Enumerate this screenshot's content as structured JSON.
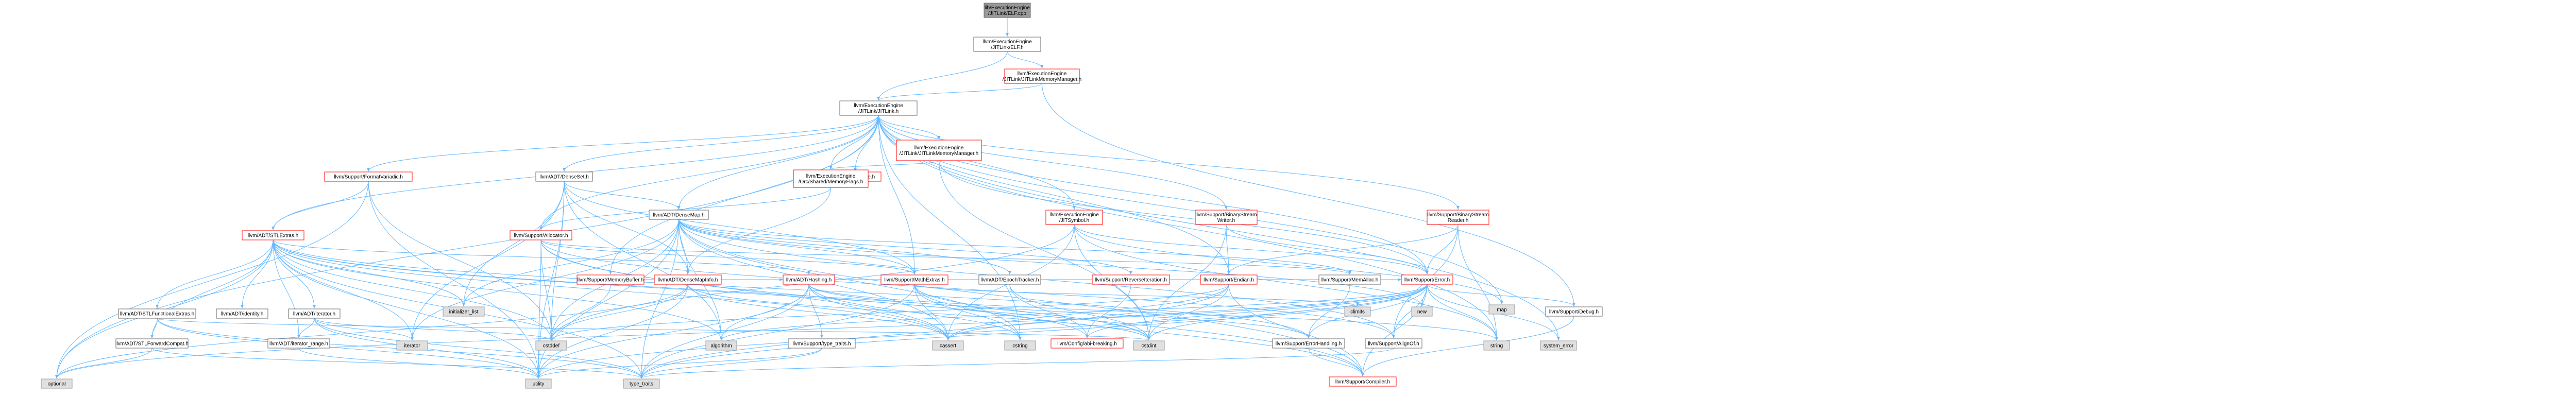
{
  "colors": {
    "edge": "#63b8ff",
    "root_fill": "#999999",
    "red_border": "#ff0000",
    "system_fill": "#e0e0e0"
  },
  "nodes": [
    {
      "id": "root",
      "lines": [
        "lib/ExecutionEngine",
        "/JITLink/ELF.cpp"
      ],
      "kind": "root"
    },
    {
      "id": "elfh",
      "lines": [
        "llvm/ExecutionEngine",
        "/JITLink/ELF.h"
      ],
      "kind": "plain"
    },
    {
      "id": "jitlinkmem",
      "lines": [
        "llvm/ExecutionEngine",
        "/JITLink/JITLinkMemoryManager.h"
      ],
      "kind": "red"
    },
    {
      "id": "jitlinkh",
      "lines": [
        "llvm/ExecutionEngine",
        "/JITLink/JITLink.h"
      ],
      "kind": "plain"
    },
    {
      "id": "formatvariadic",
      "lines": [
        "llvm/Support/FormatVariadic.h"
      ],
      "kind": "red"
    },
    {
      "id": "densesetH",
      "lines": [
        "llvm/ADT/DenseSet.h"
      ],
      "kind": "plain"
    },
    {
      "id": "tripleH",
      "lines": [
        "llvm/ADT/Triple.h"
      ],
      "kind": "red"
    },
    {
      "id": "jitlinkmem2",
      "lines": [
        "llvm/ExecutionEngine",
        "/JITLink/JITLinkMemoryManager.h"
      ],
      "kind": "red"
    },
    {
      "id": "sharedmem",
      "lines": [
        "llvm/ExecutionEngine",
        "/Orc/Shared/MemoryFlags.h"
      ],
      "kind": "red"
    },
    {
      "id": "densemapH",
      "lines": [
        "llvm/ADT/DenseMap.h"
      ],
      "kind": "plain"
    },
    {
      "id": "jitsymbol",
      "lines": [
        "llvm/ExecutionEngine",
        "/JITSymbol.h"
      ],
      "kind": "red"
    },
    {
      "id": "bswriter",
      "lines": [
        "llvm/Support/BinaryStream",
        "Writer.h"
      ],
      "kind": "red"
    },
    {
      "id": "bsreader",
      "lines": [
        "llvm/Support/BinaryStream",
        "Reader.h"
      ],
      "kind": "red"
    },
    {
      "id": "stlextras",
      "lines": [
        "llvm/ADT/STLExtras.h"
      ],
      "kind": "red"
    },
    {
      "id": "allocator",
      "lines": [
        "llvm/Support/Allocator.h"
      ],
      "kind": "red"
    },
    {
      "id": "memorybuffer",
      "lines": [
        "llvm/Support/MemoryBuffer.h"
      ],
      "kind": "red"
    },
    {
      "id": "densemapinfo",
      "lines": [
        "llvm/ADT/DenseMapInfo.h"
      ],
      "kind": "red"
    },
    {
      "id": "hashing",
      "lines": [
        "llvm/ADT/Hashing.h"
      ],
      "kind": "red"
    },
    {
      "id": "mathextras",
      "lines": [
        "llvm/Support/MathExtras.h"
      ],
      "kind": "red"
    },
    {
      "id": "epochtracker",
      "lines": [
        "llvm/ADT/EpochTracker.h"
      ],
      "kind": "plain"
    },
    {
      "id": "reverseiter",
      "lines": [
        "llvm/Support/ReverseIteration.h"
      ],
      "kind": "red"
    },
    {
      "id": "endian",
      "lines": [
        "llvm/Support/Endian.h"
      ],
      "kind": "red"
    },
    {
      "id": "memalloc",
      "lines": [
        "llvm/Support/MemAlloc.h"
      ],
      "kind": "plain"
    },
    {
      "id": "errorH",
      "lines": [
        "llvm/Support/Error.h"
      ],
      "kind": "red"
    },
    {
      "id": "debugH",
      "lines": [
        "llvm/Support/Debug.h"
      ],
      "kind": "plain"
    },
    {
      "id": "stlfunctional",
      "lines": [
        "llvm/ADT/STLFunctionalExtras.h"
      ],
      "kind": "plain"
    },
    {
      "id": "identityH",
      "lines": [
        "llvm/ADT/identity.h"
      ],
      "kind": "plain"
    },
    {
      "id": "iteratorH",
      "lines": [
        "llvm/ADT/iterator.h"
      ],
      "kind": "plain"
    },
    {
      "id": "stlforward",
      "lines": [
        "llvm/ADT/STLForwardCompat.h"
      ],
      "kind": "plain"
    },
    {
      "id": "iterrange",
      "lines": [
        "llvm/ADT/iterator_range.h"
      ],
      "kind": "plain"
    },
    {
      "id": "typetraitsS",
      "lines": [
        "llvm/Support/type_traits.h"
      ],
      "kind": "plain"
    },
    {
      "id": "configbreaking",
      "lines": [
        "llvm/Config/abi-breaking.h"
      ],
      "kind": "red"
    },
    {
      "id": "errorhandling",
      "lines": [
        "llvm/Support/ErrorHandling.h"
      ],
      "kind": "plain"
    },
    {
      "id": "alignof",
      "lines": [
        "llvm/Support/AlignOf.h"
      ],
      "kind": "plain"
    },
    {
      "id": "compilerH",
      "lines": [
        "llvm/Support/Compiler.h"
      ],
      "kind": "red"
    },
    {
      "id": "s_map",
      "lines": [
        "map"
      ],
      "kind": "gray"
    },
    {
      "id": "s_initlist",
      "lines": [
        "initializer_list"
      ],
      "kind": "gray"
    },
    {
      "id": "s_iterator",
      "lines": [
        "iterator"
      ],
      "kind": "gray"
    },
    {
      "id": "s_cstddef",
      "lines": [
        "cstddef"
      ],
      "kind": "gray"
    },
    {
      "id": "s_algorithm",
      "lines": [
        "algorithm"
      ],
      "kind": "gray"
    },
    {
      "id": "s_cassert",
      "lines": [
        "cassert"
      ],
      "kind": "gray"
    },
    {
      "id": "s_cstring",
      "lines": [
        "cstring"
      ],
      "kind": "gray"
    },
    {
      "id": "s_cstdint",
      "lines": [
        "cstdint"
      ],
      "kind": "gray"
    },
    {
      "id": "s_climits",
      "lines": [
        "climits"
      ],
      "kind": "gray"
    },
    {
      "id": "s_new",
      "lines": [
        "new"
      ],
      "kind": "gray"
    },
    {
      "id": "s_string",
      "lines": [
        "string"
      ],
      "kind": "gray"
    },
    {
      "id": "s_syserror",
      "lines": [
        "system_error"
      ],
      "kind": "gray"
    },
    {
      "id": "s_optional",
      "lines": [
        "optional"
      ],
      "kind": "gray"
    },
    {
      "id": "s_utility",
      "lines": [
        "utility"
      ],
      "kind": "gray"
    },
    {
      "id": "s_typetraits",
      "lines": [
        "type_traits"
      ],
      "kind": "gray"
    }
  ],
  "edges": [
    [
      "root",
      "elfh"
    ],
    [
      "elfh",
      "jitlinkh"
    ],
    [
      "elfh",
      "jitlinkmem"
    ],
    [
      "jitlinkmem",
      "jitlinkh"
    ],
    [
      "jitlinkmem",
      "debugH"
    ],
    [
      "jitlinkh",
      "formatvariadic"
    ],
    [
      "jitlinkh",
      "densesetH"
    ],
    [
      "jitlinkh",
      "tripleH"
    ],
    [
      "jitlinkh",
      "jitlinkmem2"
    ],
    [
      "jitlinkh",
      "sharedmem"
    ],
    [
      "jitlinkh",
      "densemapH"
    ],
    [
      "jitlinkh",
      "jitsymbol"
    ],
    [
      "jitlinkh",
      "bswriter"
    ],
    [
      "jitlinkh",
      "bsreader"
    ],
    [
      "jitlinkh",
      "stlextras"
    ],
    [
      "jitlinkh",
      "allocator"
    ],
    [
      "jitlinkh",
      "memorybuffer"
    ],
    [
      "jitlinkh",
      "mathextras"
    ],
    [
      "jitlinkh",
      "endian"
    ],
    [
      "jitlinkh",
      "errorH"
    ],
    [
      "jitlinkh",
      "s_map"
    ],
    [
      "jitlinkh",
      "s_string"
    ],
    [
      "jitlinkh",
      "s_syserror"
    ],
    [
      "jitlinkh",
      "s_optional"
    ],
    [
      "jitlinkh",
      "s_cstring"
    ],
    [
      "jitlinkmem2",
      "sharedmem"
    ],
    [
      "jitlinkmem2",
      "errorH"
    ],
    [
      "jitlinkmem2",
      "s_cstdint"
    ],
    [
      "sharedmem",
      "densemapinfo"
    ],
    [
      "sharedmem",
      "allocator"
    ],
    [
      "formatvariadic",
      "stlextras"
    ],
    [
      "formatvariadic",
      "s_optional"
    ],
    [
      "formatvariadic",
      "s_cstddef"
    ],
    [
      "formatvariadic",
      "s_utility"
    ],
    [
      "densesetH",
      "densemapH"
    ],
    [
      "densesetH",
      "densemapinfo"
    ],
    [
      "densesetH",
      "mathextras"
    ],
    [
      "densesetH",
      "s_initlist"
    ],
    [
      "densesetH",
      "s_cstddef"
    ],
    [
      "densesetH",
      "s_iterator"
    ],
    [
      "densesetH",
      "s_utility"
    ],
    [
      "densesetH",
      "s_algorithm"
    ],
    [
      "densemapH",
      "densemapinfo"
    ],
    [
      "densemapH",
      "epochtracker"
    ],
    [
      "densemapH",
      "alignof"
    ],
    [
      "densemapH",
      "mathextras"
    ],
    [
      "densemapH",
      "memalloc"
    ],
    [
      "densemapH",
      "reverseiter"
    ],
    [
      "densemapH",
      "s_algorithm"
    ],
    [
      "densemapH",
      "s_cassert"
    ],
    [
      "densemapH",
      "s_cstddef"
    ],
    [
      "densemapH",
      "s_cstring"
    ],
    [
      "densemapH",
      "s_initlist"
    ],
    [
      "densemapH",
      "s_iterator"
    ],
    [
      "densemapH",
      "s_new"
    ],
    [
      "densemapH",
      "s_typetraits"
    ],
    [
      "densemapH",
      "s_utility"
    ],
    [
      "densemapH",
      "compilerH"
    ],
    [
      "jitsymbol",
      "s_cassert"
    ],
    [
      "jitsymbol",
      "s_cstddef"
    ],
    [
      "jitsymbol",
      "s_cstdint"
    ],
    [
      "jitsymbol",
      "s_functional"
    ],
    [
      "jitsymbol",
      "s_map"
    ],
    [
      "jitsymbol",
      "s_set"
    ],
    [
      "jitsymbol",
      "s_string"
    ],
    [
      "jitsymbol",
      "errorH"
    ],
    [
      "bswriter",
      "endian"
    ],
    [
      "bswriter",
      "errorH"
    ],
    [
      "bswriter",
      "s_cstdint"
    ],
    [
      "bsreader",
      "endian"
    ],
    [
      "bsreader",
      "errorH"
    ],
    [
      "bsreader",
      "alignof"
    ],
    [
      "bsreader",
      "s_string"
    ],
    [
      "stlextras",
      "stlfunctional"
    ],
    [
      "stlextras",
      "stlforward"
    ],
    [
      "stlextras",
      "identityH"
    ],
    [
      "stlextras",
      "iteratorH"
    ],
    [
      "stlextras",
      "iterrange"
    ],
    [
      "stlextras",
      "configbreaking"
    ],
    [
      "stlextras",
      "errorhandling"
    ],
    [
      "stlextras",
      "hashing"
    ],
    [
      "stlextras",
      "s_algorithm"
    ],
    [
      "stlextras",
      "s_cassert"
    ],
    [
      "stlextras",
      "s_cstddef"
    ],
    [
      "stlextras",
      "s_cstdint"
    ],
    [
      "stlextras",
      "s_initlist"
    ],
    [
      "stlextras",
      "s_iterator"
    ],
    [
      "stlextras",
      "s_optional"
    ],
    [
      "stlextras",
      "s_utility"
    ],
    [
      "stlextras",
      "s_typetraits"
    ],
    [
      "allocator",
      "mathextras"
    ],
    [
      "allocator",
      "memalloc"
    ],
    [
      "allocator",
      "alignof"
    ],
    [
      "allocator",
      "s_cassert"
    ],
    [
      "allocator",
      "s_cstddef"
    ],
    [
      "allocator",
      "s_utility"
    ],
    [
      "allocator",
      "compilerH"
    ],
    [
      "memorybuffer",
      "s_cstddef"
    ],
    [
      "memorybuffer",
      "errorH"
    ],
    [
      "densemapinfo",
      "hashing"
    ],
    [
      "densemapinfo",
      "s_cassert"
    ],
    [
      "densemapinfo",
      "s_cstddef"
    ],
    [
      "densemapinfo",
      "s_cstdint"
    ],
    [
      "densemapinfo",
      "s_utility"
    ],
    [
      "densemapinfo",
      "s_optional"
    ],
    [
      "hashing",
      "errorhandling"
    ],
    [
      "hashing",
      "typetraitsS"
    ],
    [
      "hashing",
      "s_algorithm"
    ],
    [
      "hashing",
      "s_cassert"
    ],
    [
      "hashing",
      "s_cstring"
    ],
    [
      "hashing",
      "s_string"
    ],
    [
      "hashing",
      "s_utility"
    ],
    [
      "hashing",
      "s_typetraits"
    ],
    [
      "mathextras",
      "s_cassert"
    ],
    [
      "mathextras",
      "s_climits"
    ],
    [
      "mathextras",
      "s_cstdint"
    ],
    [
      "mathextras",
      "s_cstring"
    ],
    [
      "mathextras",
      "s_typetraits"
    ],
    [
      "mathextras",
      "compilerH"
    ],
    [
      "epochtracker",
      "configbreaking"
    ],
    [
      "epochtracker",
      "s_cstdint"
    ],
    [
      "reverseiter",
      "configbreaking"
    ],
    [
      "endian",
      "s_cassert"
    ],
    [
      "endian",
      "s_cstddef"
    ],
    [
      "endian",
      "s_cstdint"
    ],
    [
      "endian",
      "s_typetraits"
    ],
    [
      "endian",
      "compilerH"
    ],
    [
      "memalloc",
      "errorhandling"
    ],
    [
      "memalloc",
      "s_cstdlib"
    ],
    [
      "errorH",
      "errorhandling"
    ],
    [
      "errorH",
      "alignof"
    ],
    [
      "errorH",
      "debugH"
    ],
    [
      "errorH",
      "s_algorithm"
    ],
    [
      "errorH",
      "s_cassert"
    ],
    [
      "errorH",
      "s_cstdint"
    ],
    [
      "errorH",
      "s_new"
    ],
    [
      "errorH",
      "s_string"
    ],
    [
      "errorH",
      "s_syserror"
    ],
    [
      "errorH",
      "s_typetraits"
    ],
    [
      "errorH",
      "s_utility"
    ],
    [
      "errorH",
      "s_optional"
    ],
    [
      "errorH",
      "configbreaking"
    ],
    [
      "errorH",
      "compilerH"
    ],
    [
      "debugH",
      "compilerH"
    ],
    [
      "stlfunctional",
      "stlforward"
    ],
    [
      "stlfunctional",
      "s_cstdint"
    ],
    [
      "stlfunctional",
      "s_typetraits"
    ],
    [
      "stlfunctional",
      "s_utility"
    ],
    [
      "stlforward",
      "s_optional"
    ],
    [
      "stlforward",
      "s_typetraits"
    ],
    [
      "iteratorH",
      "iterrange"
    ],
    [
      "iteratorH",
      "s_cstddef"
    ],
    [
      "iteratorH",
      "s_iterator"
    ],
    [
      "iteratorH",
      "s_typetraits"
    ],
    [
      "iteratorH",
      "s_utility"
    ],
    [
      "iterrange",
      "s_utility"
    ],
    [
      "typetraitsS",
      "s_typetraits"
    ],
    [
      "typetraitsS",
      "s_utility"
    ],
    [
      "errorhandling",
      "compilerH"
    ],
    [
      "alignof",
      "s_typetraits"
    ]
  ]
}
